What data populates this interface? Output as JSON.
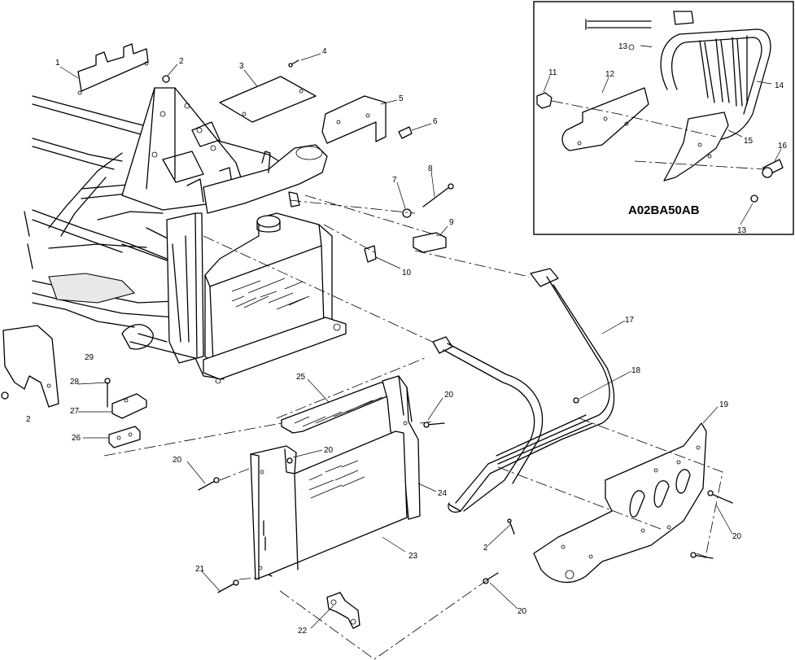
{
  "inset": {
    "code": "A02BA50AB"
  },
  "callouts": [
    {
      "id": "c1",
      "text": "1"
    },
    {
      "id": "c2a",
      "text": "2"
    },
    {
      "id": "c3",
      "text": "3"
    },
    {
      "id": "c4",
      "text": "4"
    },
    {
      "id": "c5",
      "text": "5"
    },
    {
      "id": "c6",
      "text": "6"
    },
    {
      "id": "c7",
      "text": "7"
    },
    {
      "id": "c8",
      "text": "8"
    },
    {
      "id": "c9",
      "text": "9"
    },
    {
      "id": "c10",
      "text": "10"
    },
    {
      "id": "c17",
      "text": "17"
    },
    {
      "id": "c18",
      "text": "18"
    },
    {
      "id": "c19",
      "text": "19"
    },
    {
      "id": "c29",
      "text": "29"
    },
    {
      "id": "c28",
      "text": "28"
    },
    {
      "id": "c27",
      "text": "27"
    },
    {
      "id": "c26",
      "text": "26"
    },
    {
      "id": "c2b",
      "text": "2"
    },
    {
      "id": "c25",
      "text": "25"
    },
    {
      "id": "c20a",
      "text": "20"
    },
    {
      "id": "c20b",
      "text": "20"
    },
    {
      "id": "c20c",
      "text": "20"
    },
    {
      "id": "c24",
      "text": "24"
    },
    {
      "id": "c2c",
      "text": "2"
    },
    {
      "id": "c20d",
      "text": "20"
    },
    {
      "id": "c23",
      "text": "23"
    },
    {
      "id": "c21",
      "text": "21"
    },
    {
      "id": "c22",
      "text": "22"
    },
    {
      "id": "c20e",
      "text": "20"
    },
    {
      "id": "i13a",
      "text": "13"
    },
    {
      "id": "i11",
      "text": "11"
    },
    {
      "id": "i12",
      "text": "12"
    },
    {
      "id": "i14",
      "text": "14"
    },
    {
      "id": "i15",
      "text": "15"
    },
    {
      "id": "i16",
      "text": "16"
    },
    {
      "id": "i13b",
      "text": "13"
    }
  ]
}
